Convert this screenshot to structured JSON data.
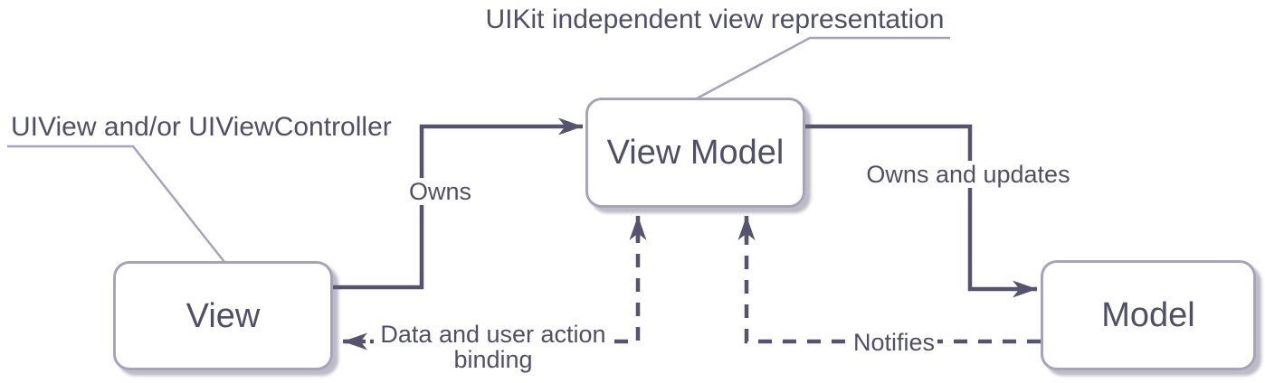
{
  "diagram": {
    "nodes": {
      "view": {
        "label": "View"
      },
      "view_model": {
        "label": "View Model"
      },
      "model": {
        "label": "Model"
      }
    },
    "edges": {
      "owns": {
        "label": "Owns",
        "style": "solid",
        "direction": "View to View Model"
      },
      "owns_and_updates": {
        "label": "Owns and updates",
        "style": "solid",
        "direction": "View Model to Model"
      },
      "binding": {
        "label": "Data and user action binding",
        "style": "dashed",
        "direction": "bidirectional between View and View Model"
      },
      "notifies": {
        "label": "Notifies",
        "style": "dashed",
        "direction": "Model to View Model"
      }
    },
    "callouts": {
      "view": {
        "label": "UIView and/or UIViewController"
      },
      "view_model": {
        "label": "UIKit independent view representation"
      }
    },
    "colors": {
      "connector": "#56536e",
      "node_border": "#a6a3bd",
      "node_fill": "#ffffff",
      "text": "#514e68",
      "callout_line": "#a6a3bd",
      "shadow": "rgba(98,96,120,0.42)",
      "background": "#ffffff"
    }
  }
}
